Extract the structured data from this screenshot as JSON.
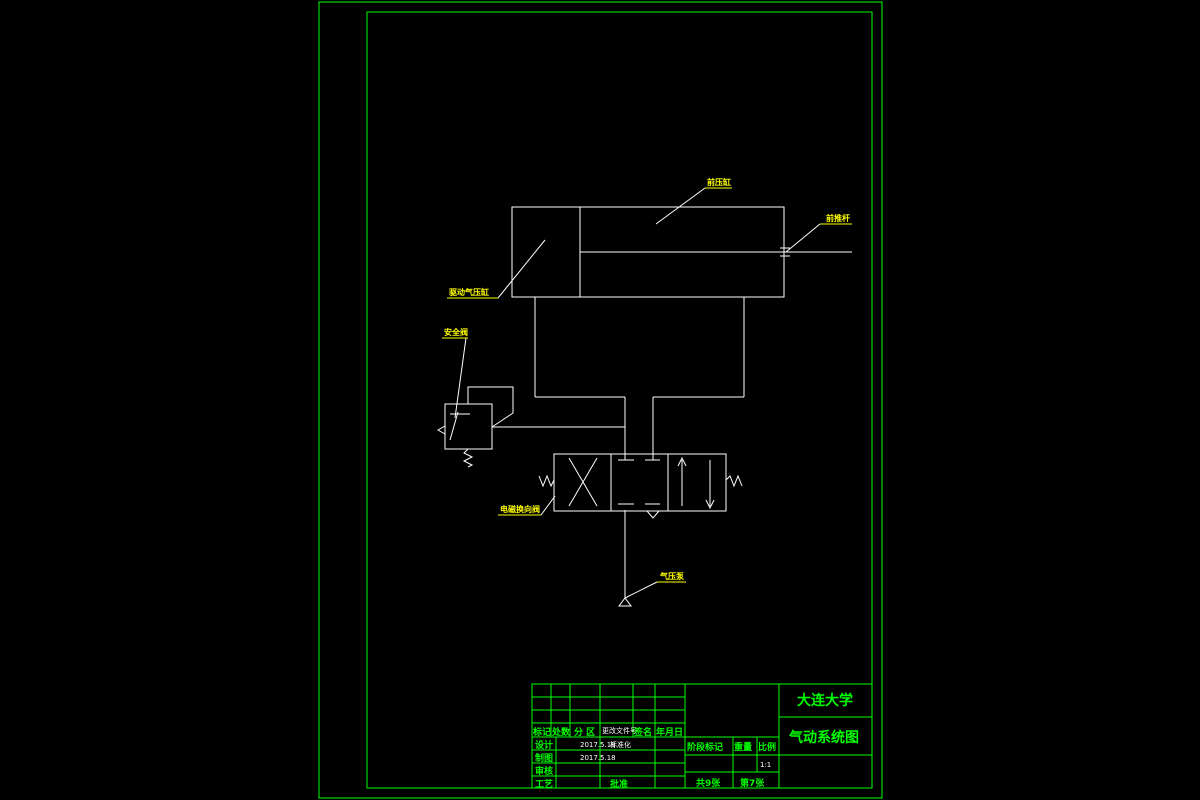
{
  "title_block": {
    "university": "大连大学",
    "drawing_title": "气动系统图",
    "header_row": [
      "标记",
      "处数",
      "分 区",
      "更改文件号",
      "签名",
      "年月日"
    ],
    "stage_headers": [
      "阶段标记",
      "重量",
      "比例"
    ],
    "scale": "1:1",
    "rows": [
      {
        "label": "设计",
        "date": "2017.5.18",
        "extra": "标准化"
      },
      {
        "label": "制图",
        "date": "2017.5.18",
        "extra": ""
      },
      {
        "label": "审核",
        "date": "",
        "extra": ""
      },
      {
        "label": "工艺",
        "date": "",
        "extra": "批准"
      }
    ],
    "sheet_total": "共9张",
    "sheet_no": "第7张"
  },
  "components": {
    "cylinder": "前压缸",
    "rod": "前推杆",
    "drive_cylinder": "驱动气压缸",
    "safety_valve": "安全阀",
    "solenoid_valve": "电磁换向阀",
    "pump": "气压泵"
  },
  "colors": {
    "frame": "#00ff00",
    "lines": "#ffffff",
    "labels": "#ffff00"
  }
}
